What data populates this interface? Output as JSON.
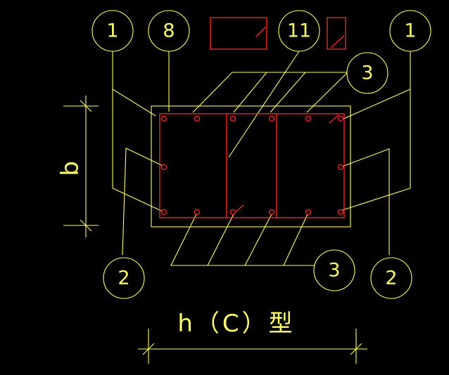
{
  "colors": {
    "background": "#000000",
    "annotation": "#ffff66",
    "rebar": "#ff2a2a",
    "marker": "#ff2a2a"
  },
  "labels": {
    "c1_left": "1",
    "c8": "8",
    "c11": "11",
    "c1_right": "1",
    "c3_top": "3",
    "c2_left": "2",
    "c3_bottom": "3",
    "c2_right": "2",
    "dim_b": "b",
    "dim_h": "h（C）型"
  }
}
